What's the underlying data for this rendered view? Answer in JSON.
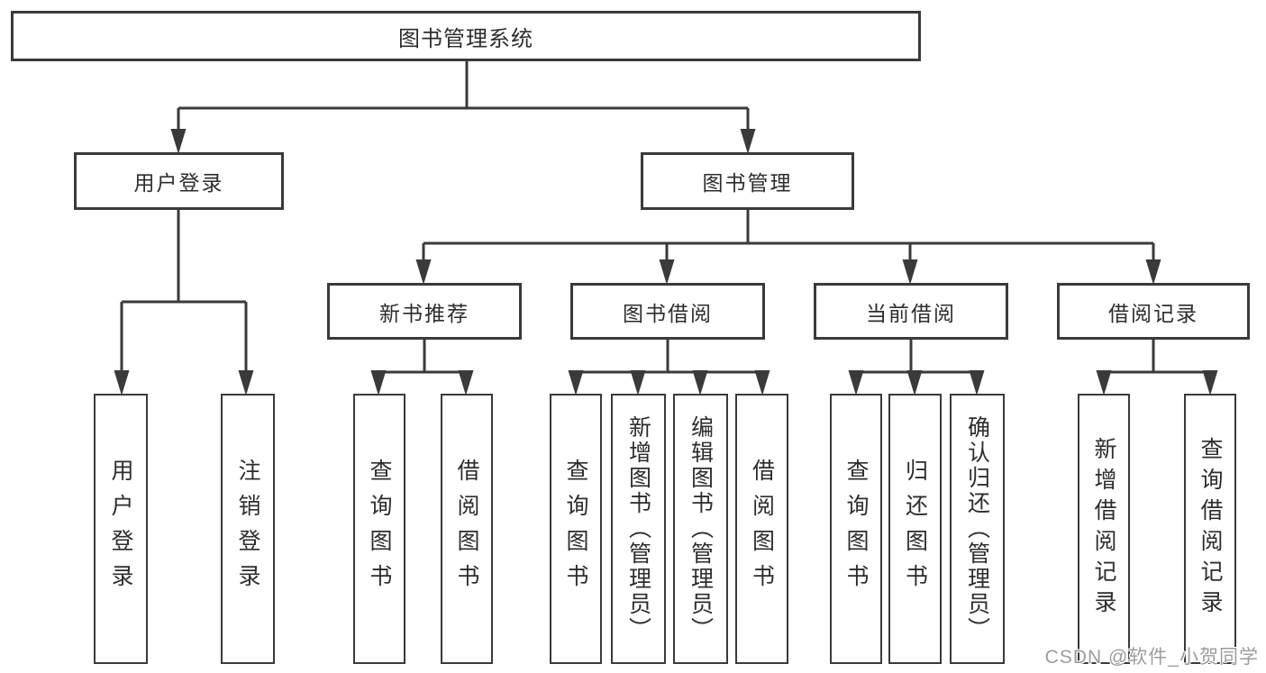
{
  "tree": {
    "label": "图书管理系统",
    "children": [
      {
        "label": "用户登录",
        "children": [
          {
            "label": "用户登录"
          },
          {
            "label": "注销登录"
          }
        ]
      },
      {
        "label": "图书管理",
        "children": [
          {
            "label": "新书推荐",
            "children": [
              {
                "label": "查询图书"
              },
              {
                "label": "借阅图书"
              }
            ]
          },
          {
            "label": "图书借阅",
            "children": [
              {
                "label": "查询图书"
              },
              {
                "label": "新增图书（管理员）"
              },
              {
                "label": "编辑图书（管理员）"
              },
              {
                "label": "借阅图书"
              }
            ]
          },
          {
            "label": "当前借阅",
            "children": [
              {
                "label": "查询图书"
              },
              {
                "label": "归还图书"
              },
              {
                "label": "确认归还（管理员）"
              }
            ]
          },
          {
            "label": "借阅记录",
            "children": [
              {
                "label": "新增借阅记录"
              },
              {
                "label": "查询借阅记录"
              }
            ]
          }
        ]
      }
    ]
  },
  "watermark": {
    "text": "CSDN @软件_小贺同学"
  },
  "colors": {
    "line": "#3a3a3a",
    "text": "#2d2d2d",
    "background": "#ffffff",
    "watermark": "#9d9d9d"
  }
}
